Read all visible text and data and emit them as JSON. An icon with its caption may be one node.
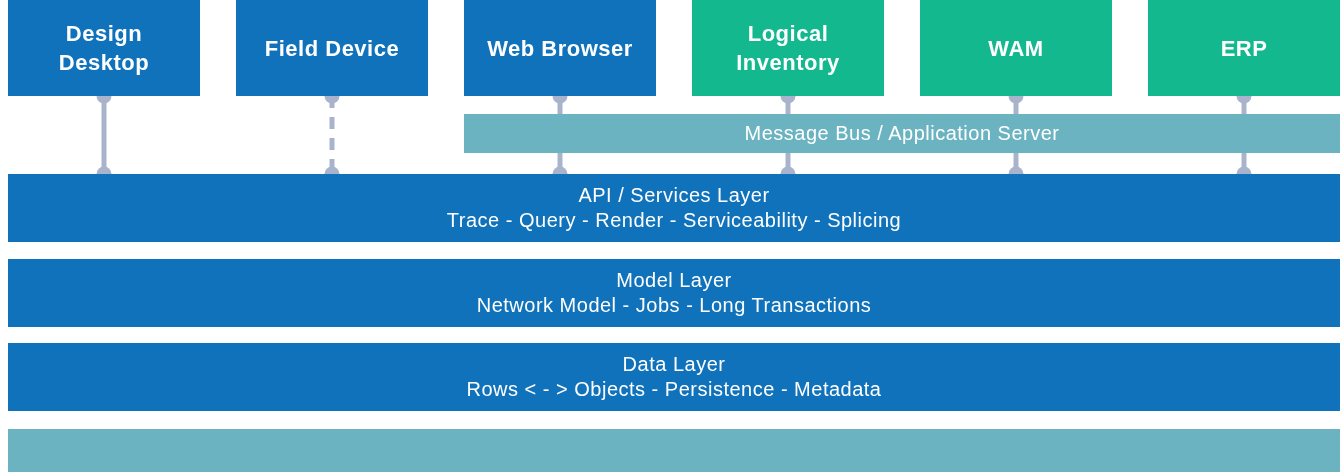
{
  "diagram": {
    "nodes": [
      {
        "text": [
          "Design Desktop"
        ]
      },
      {
        "text": [
          "Field Device"
        ]
      },
      {
        "text": [
          "Web Browser"
        ]
      },
      {
        "text": [
          "Logical Inventory"
        ]
      },
      {
        "text": [
          "WAM"
        ]
      },
      {
        "text": [
          "ERP"
        ]
      },
      {
        "text": [
          "Message Bus / Application Server"
        ]
      },
      {
        "text": [
          "API / Services Layer",
          "Trace - Query - Render - Serviceability - Splicing"
        ]
      },
      {
        "text": [
          "Model Layer",
          "Network Model - Jobs - Long Transactions"
        ]
      },
      {
        "text": [
          "Data Layer",
          "Rows < - > Objects - Persistence - Metadata"
        ]
      },
      {
        "text": [],
        "shape": "bar"
      }
    ],
    "edges": [
      {
        "from": 0,
        "to": 7,
        "arrow": "other"
      },
      {
        "from": 1,
        "to": 7,
        "arrow": "other",
        "style": "dashed"
      },
      {
        "from": 2,
        "to": 6,
        "arrow": "other"
      },
      {
        "from": 6,
        "to": 7,
        "arrow": "other"
      },
      {
        "from": 3,
        "to": 6,
        "arrow": "other"
      },
      {
        "from": 6,
        "to": 7,
        "arrow": "other"
      },
      {
        "from": 4,
        "to": 6,
        "arrow": "other"
      },
      {
        "from": 6,
        "to": 7,
        "arrow": "other"
      },
      {
        "from": 5,
        "to": 6,
        "arrow": "other"
      },
      {
        "from": 6,
        "to": 7,
        "arrow": "other"
      }
    ]
  }
}
